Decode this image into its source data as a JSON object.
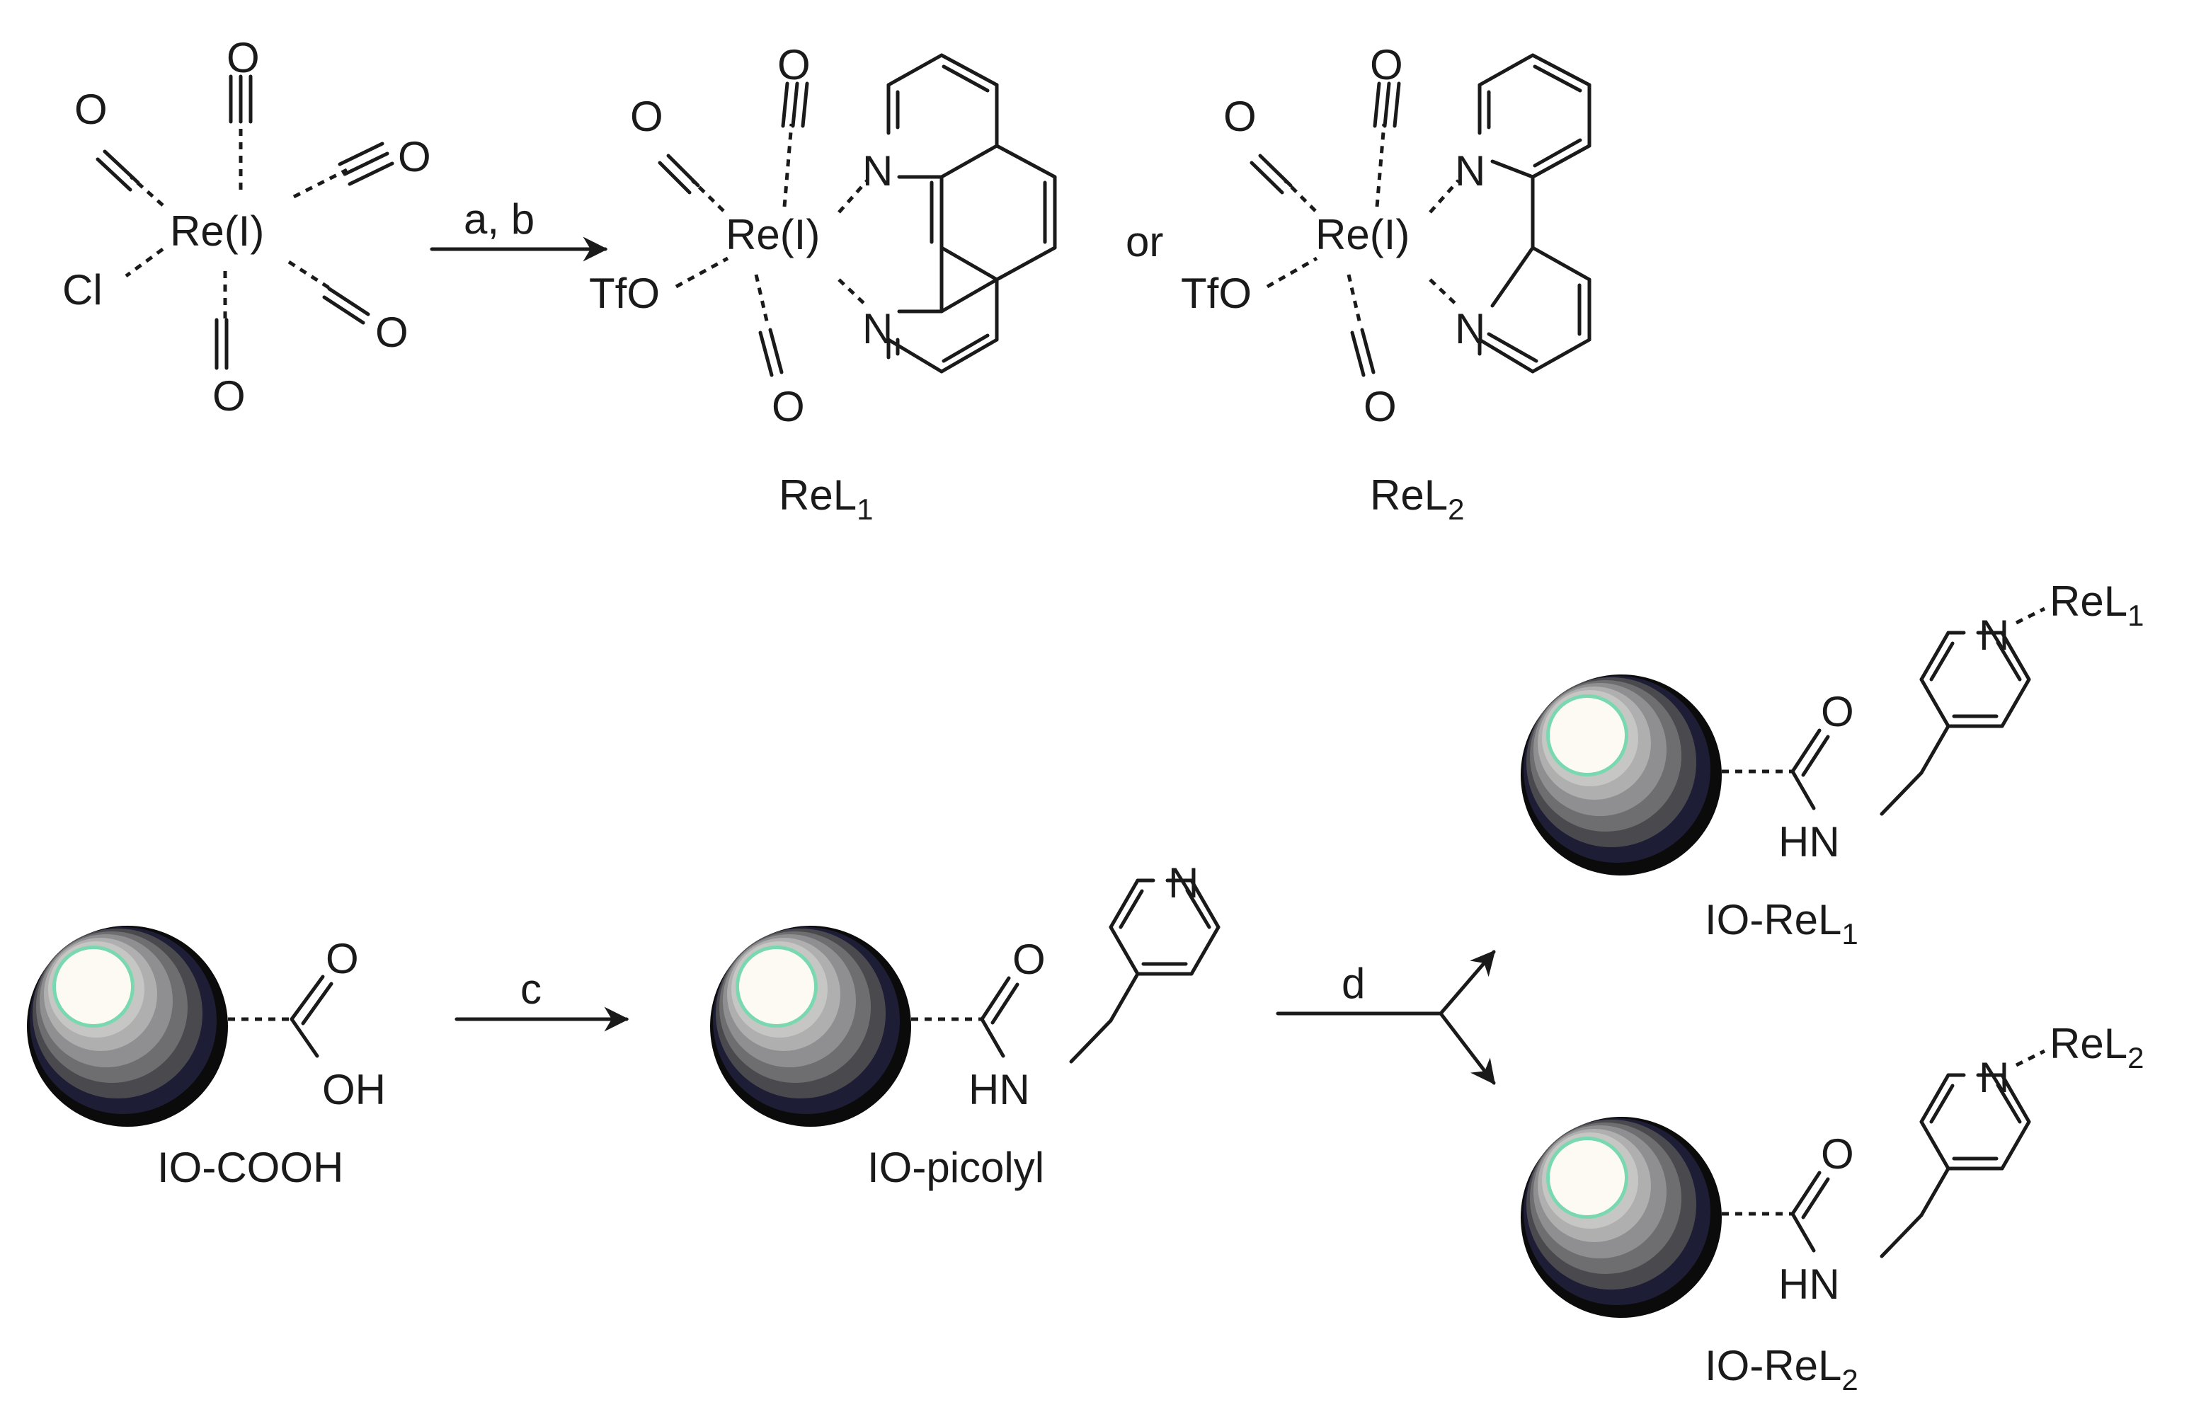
{
  "colors": {
    "ink": "#1a1a1a",
    "sphere_highlight": "#fdfaf3",
    "sphere_rim": "#7ad8b0"
  },
  "reagents": {
    "step_ab": "a, b",
    "step_c": "c",
    "step_d": "d",
    "connector": "or"
  },
  "atoms": {
    "oxygen": "O",
    "nitrogen": "N",
    "chloride": "Cl",
    "rhenium": "Re(I)",
    "triflate": "TfO",
    "hydroxyl": "OH",
    "amide_nh": "HN"
  },
  "labels": {
    "rel1_main": "ReL",
    "rel1_sub": "1",
    "rel2_main": "ReL",
    "rel2_sub": "2",
    "io_cooh": "IO-COOH",
    "io_picolyl": "IO-picolyl",
    "io_rel1_main": "IO-ReL",
    "io_rel1_sub": "1",
    "io_rel2_main": "IO-ReL",
    "io_rel2_sub": "2",
    "n_rel1_main": "ReL",
    "n_rel1_sub": "1",
    "n_rel2_main": "ReL",
    "n_rel2_sub": "2"
  }
}
